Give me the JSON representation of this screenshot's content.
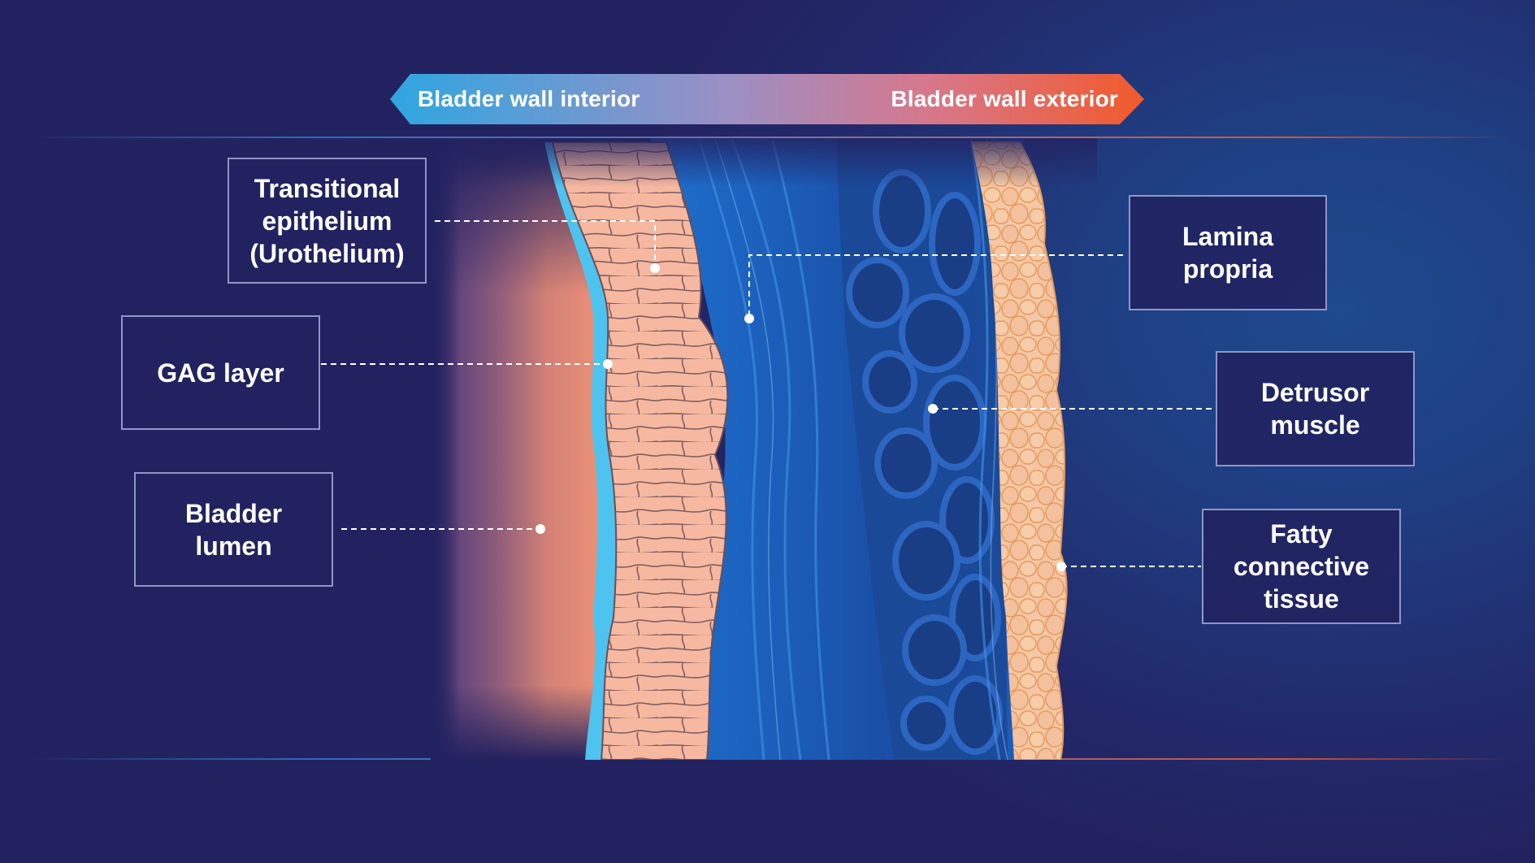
{
  "arrow": {
    "interior_label": "Bladder wall interior",
    "exterior_label": "Bladder wall exterior",
    "colors": {
      "interior": "#2ea6e1",
      "exterior": "#f15a2b"
    }
  },
  "labels": {
    "transitional_epithelium": {
      "line1": "Transitional",
      "line2": "epithelium",
      "line3": "(Urothelium)"
    },
    "gag_layer": {
      "line1": "GAG layer"
    },
    "bladder_lumen": {
      "line1": "Bladder",
      "line2": "lumen"
    },
    "lamina_propria": {
      "line1": "Lamina",
      "line2": "propria"
    },
    "detrusor_muscle": {
      "line1": "Detrusor",
      "line2": "muscle"
    },
    "fatty_connective_tissue": {
      "line1": "Fatty",
      "line2": "connective",
      "line3": "tissue"
    }
  },
  "colors": {
    "background": "#232260",
    "urothelium": "#f6b8a0",
    "gag_layer": "#4fc3ef",
    "muscle": "#1a5fb8",
    "fat": "#f5c7a4",
    "label_border": "#8f96c7"
  }
}
